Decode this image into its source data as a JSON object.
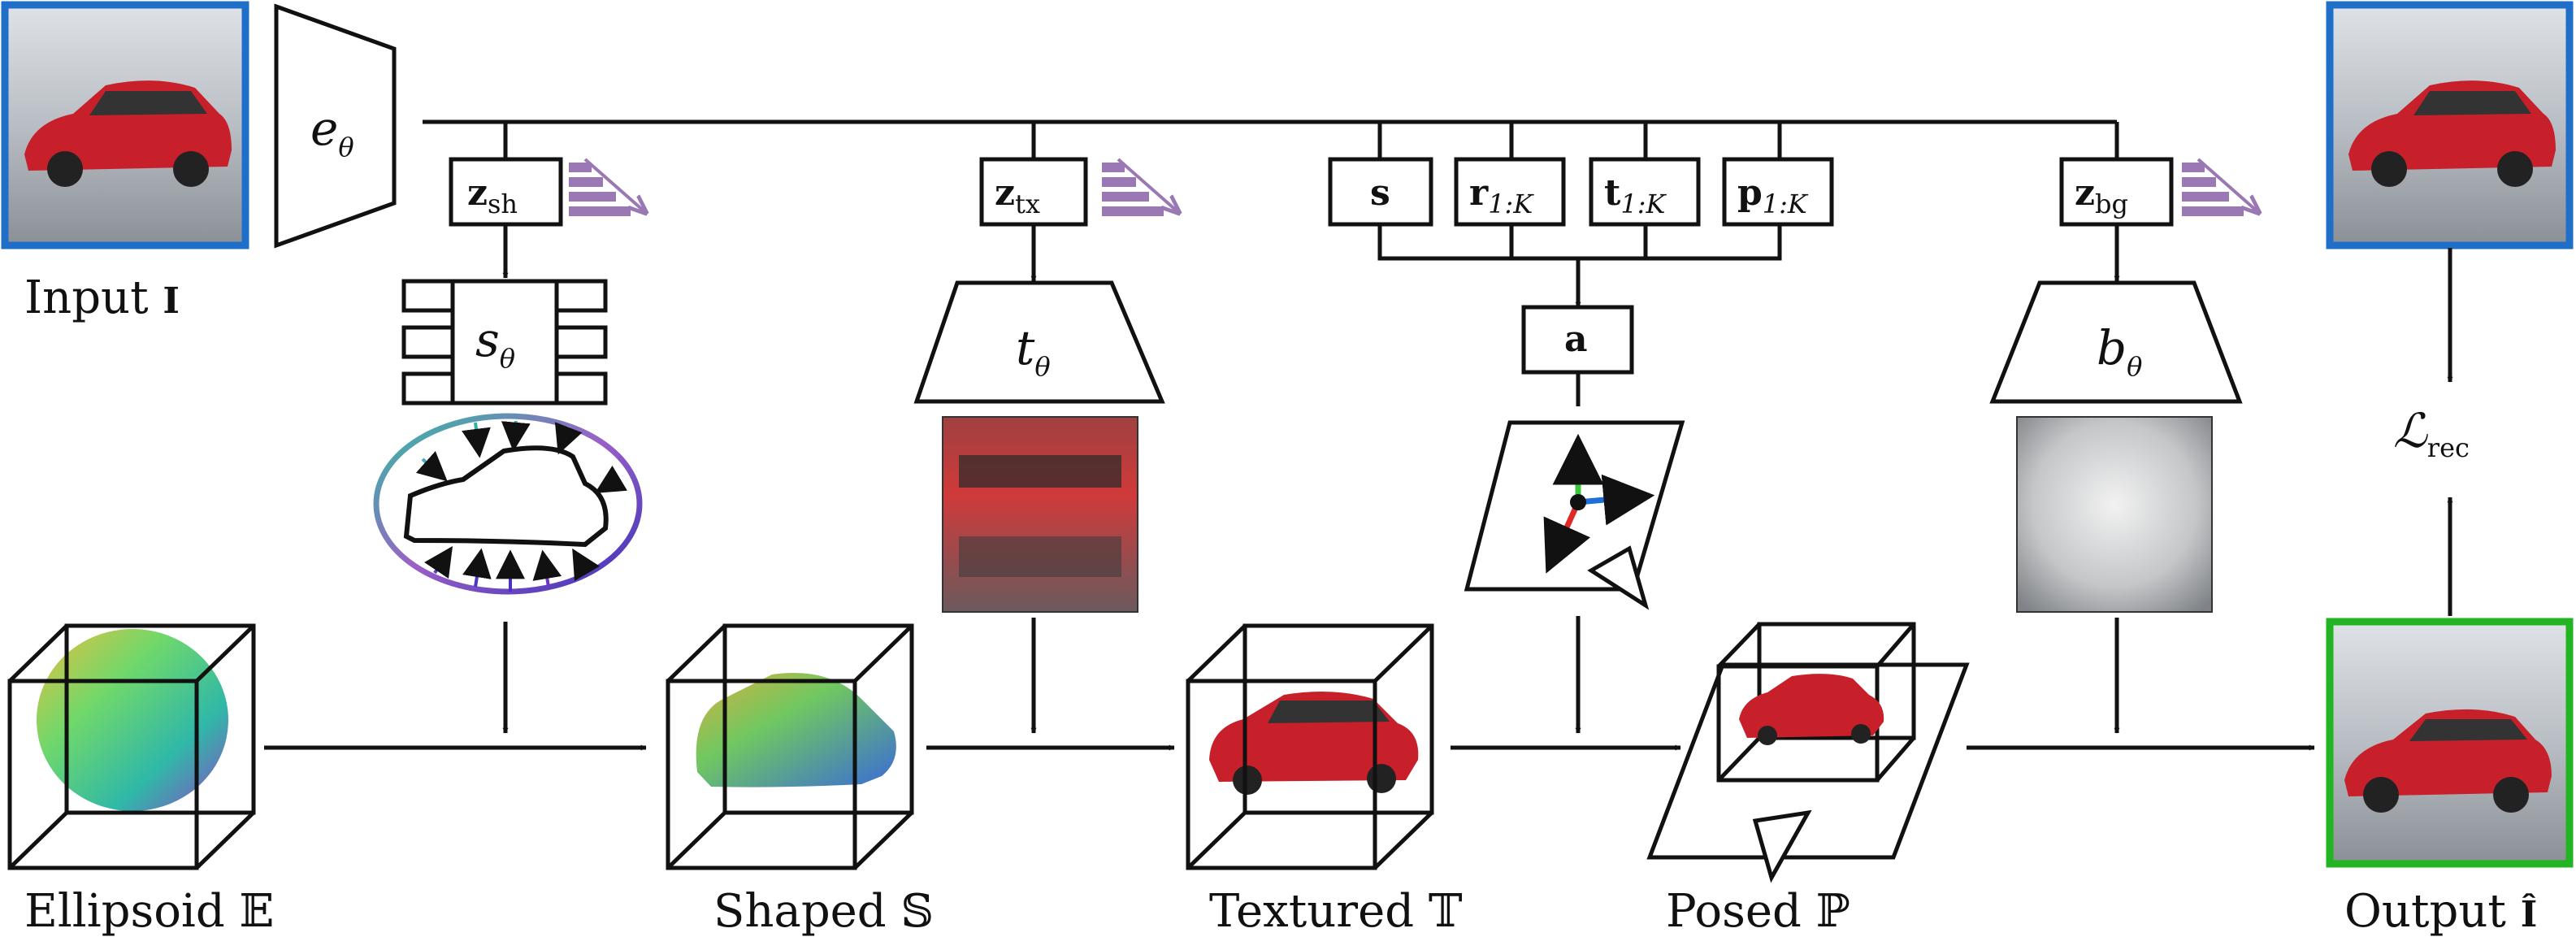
{
  "labels": {
    "input": "Input",
    "input_sym": "I",
    "ellipsoid": "Ellipsoid",
    "ellipsoid_sym": "𝔼",
    "shaped": "Shaped",
    "shaped_sym": "𝕊",
    "textured": "Textured",
    "textured_sym": "𝕋",
    "posed": "Posed",
    "posed_sym": "ℙ",
    "output": "Output",
    "output_sym": "Î"
  },
  "nets": {
    "encoder": "e",
    "encoder_sub": "θ",
    "shape": "s",
    "shape_sub": "θ",
    "texture": "t",
    "texture_sub": "θ",
    "background": "b",
    "background_sub": "θ"
  },
  "latents": {
    "z_sh": "z",
    "z_sh_sub": "sh",
    "z_tx": "z",
    "z_tx_sub": "tx",
    "s": "s",
    "r": "r",
    "r_sub": "1:K",
    "t": "t",
    "t_sub": "1:K",
    "p": "p",
    "p_sub": "1:K",
    "z_bg": "z",
    "z_bg_sub": "bg",
    "a": "a"
  },
  "loss": {
    "symbol": "ℒ",
    "sub": "rec"
  },
  "colors": {
    "input_frame": "#1f6fc8",
    "output_frame": "#22b422",
    "prior_icon": "#9a78b4",
    "axis_x": "#1f6fd8",
    "axis_y": "#3cc83c",
    "axis_z": "#e02828",
    "car_red": "#c8202a"
  }
}
